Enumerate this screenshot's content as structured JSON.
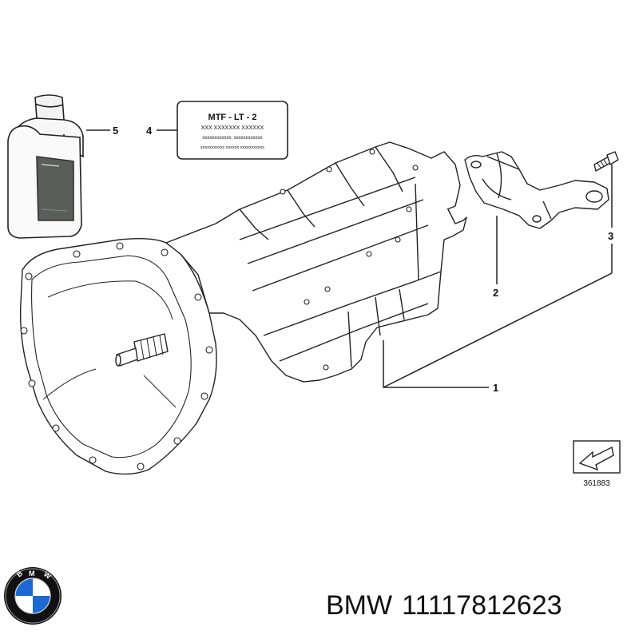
{
  "label_sticker": {
    "title": "MTF - LT - 2",
    "line1": "XXX XXXXXXX XXXXXX",
    "line2": "xxxxxxxxxxxx; xxxxxxxxxxxx",
    "line3": "xxxxxxxxxxx xxxxxx xxxxxxxxxxx"
  },
  "callouts": {
    "c1": "1",
    "c2": "2",
    "c3": "3",
    "c4": "4",
    "c5": "5"
  },
  "reference_number": "361883",
  "caption": {
    "brand": "BMW",
    "part_number": "11117812623"
  },
  "logo": {
    "text": "BMW",
    "colors": {
      "blue": "#1c69d4",
      "ring": "#111111",
      "white": "#ffffff"
    }
  }
}
